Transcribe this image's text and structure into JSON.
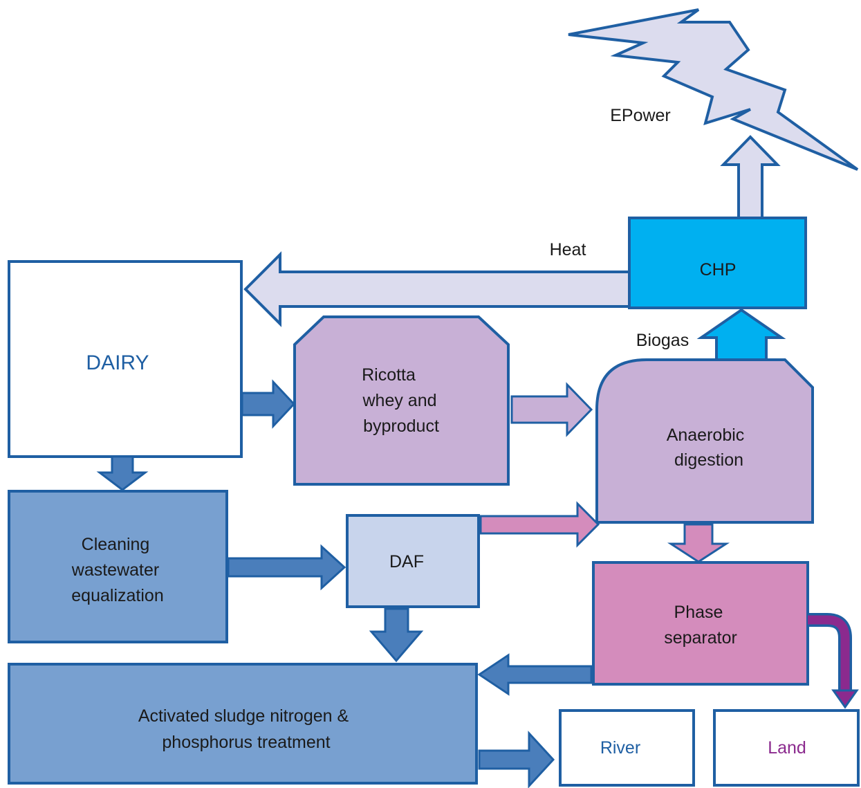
{
  "labels": {
    "epower": "EPower",
    "heat": "Heat",
    "chp": "CHP",
    "biogas": "Biogas",
    "dairy": "DAIRY",
    "ricotta": [
      "Ricotta",
      "whey and",
      "byproduct"
    ],
    "anaerobic": [
      "Anaerobic",
      "digestion"
    ],
    "cleaning": [
      "Cleaning",
      "wastewater",
      "equalization"
    ],
    "daf": "DAF",
    "phase": [
      "Phase",
      "separator"
    ],
    "activated": [
      "Activated sludge nitrogen &",
      "phosphorus treatment"
    ],
    "river": "River",
    "land": "Land"
  },
  "colors": {
    "stroke": "#1f5fa3",
    "pale_lavender": "#dcdcee",
    "chp_cyan": "#00b0f0",
    "lilac": "#c8b0d6",
    "steel_blue": "#78a0d0",
    "dark_arrow": "#4a7ebb",
    "daf_pale": "#c8d4ec",
    "pink": "#d48cbc",
    "purple_pipe": "#8b2a8e"
  }
}
